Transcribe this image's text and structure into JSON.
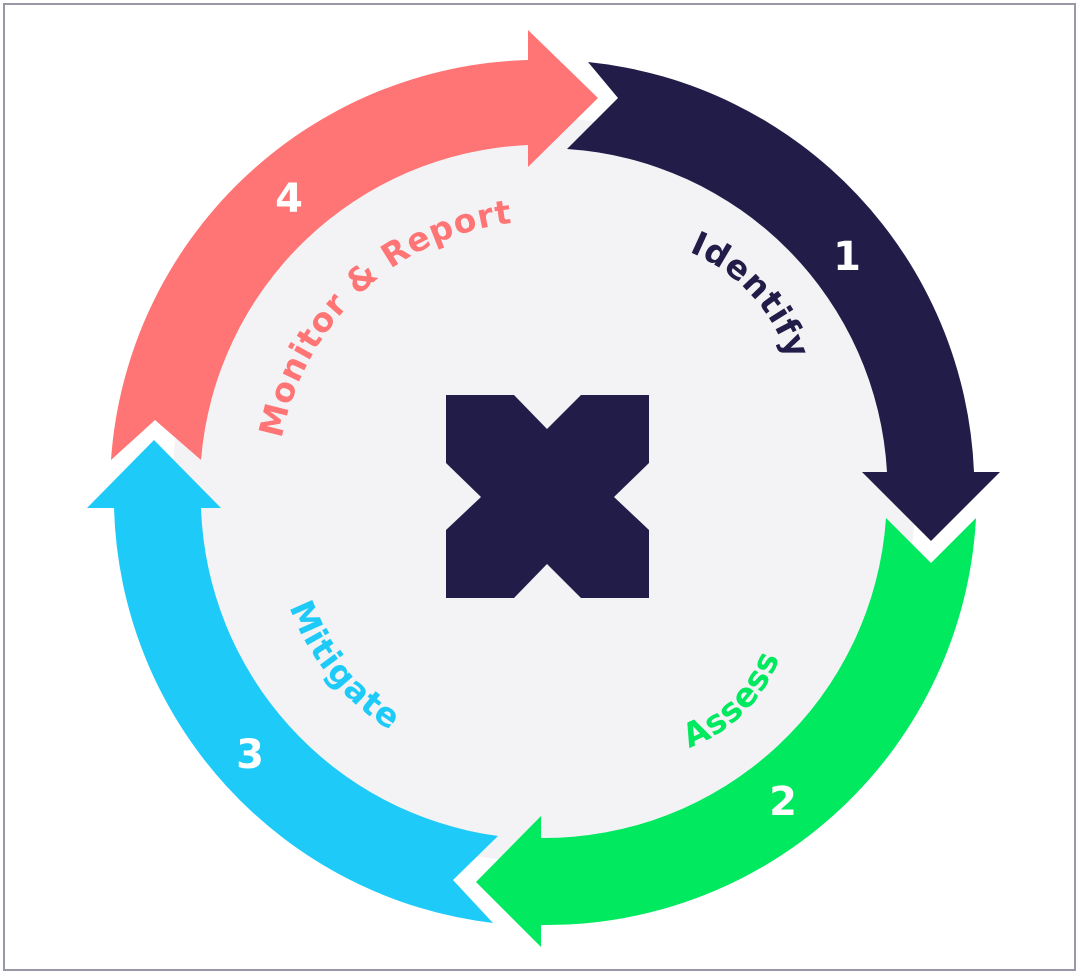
{
  "colors": {
    "background": "#ffffff",
    "inner_circle": "#f3f3f6",
    "identify": "#221d48",
    "assess": "#00e95f",
    "mitigate": "#1ecbf8",
    "monitor": "#ff7474",
    "logo": "#221d48",
    "number_text": "#ffffff"
  },
  "steps": [
    {
      "number": "1",
      "label": "Identify"
    },
    {
      "number": "2",
      "label": "Assess"
    },
    {
      "number": "3",
      "label": "Mitigate"
    },
    {
      "number": "4",
      "label": "Monitor & Report"
    }
  ],
  "center": {
    "icon": "x-logo-icon"
  }
}
